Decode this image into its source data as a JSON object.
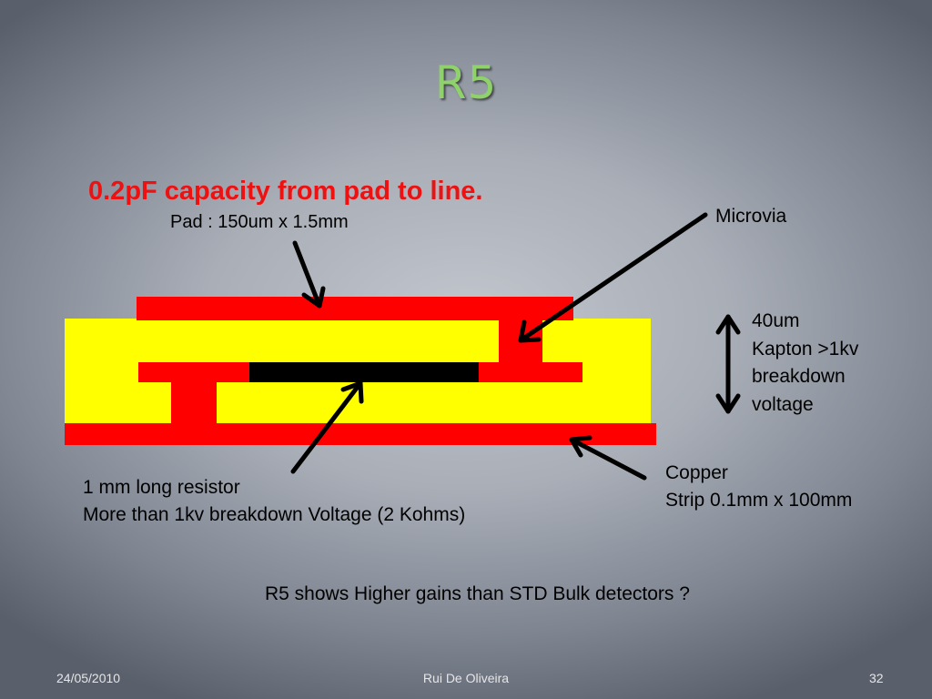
{
  "slide": {
    "title": "R5",
    "headline": "0.2pF capacity from pad to line.",
    "pad_label": "Pad : 150um x 1.5mm",
    "microvia_label": "Microvia",
    "kapton_label": {
      "line1": "40um",
      "line2": "Kapton >1kv",
      "line3": "breakdown",
      "line4": "voltage"
    },
    "copper_label": {
      "line1": "Copper",
      "line2": "Strip 0.1mm x 100mm"
    },
    "resistor_label": {
      "line1": "1 mm long resistor",
      "line2": "More than 1kv breakdown Voltage (2 Kohms)"
    },
    "conclusion": "R5 shows Higher gains than STD Bulk detectors ?"
  },
  "footer": {
    "date": "24/05/2010",
    "author": "Rui De Oliveira",
    "page": "32"
  },
  "colors": {
    "kapton": "#ffff00",
    "copper": "#ff0000",
    "resistor": "#000000",
    "title": "#8fd16a",
    "headline": "#ee1111"
  }
}
